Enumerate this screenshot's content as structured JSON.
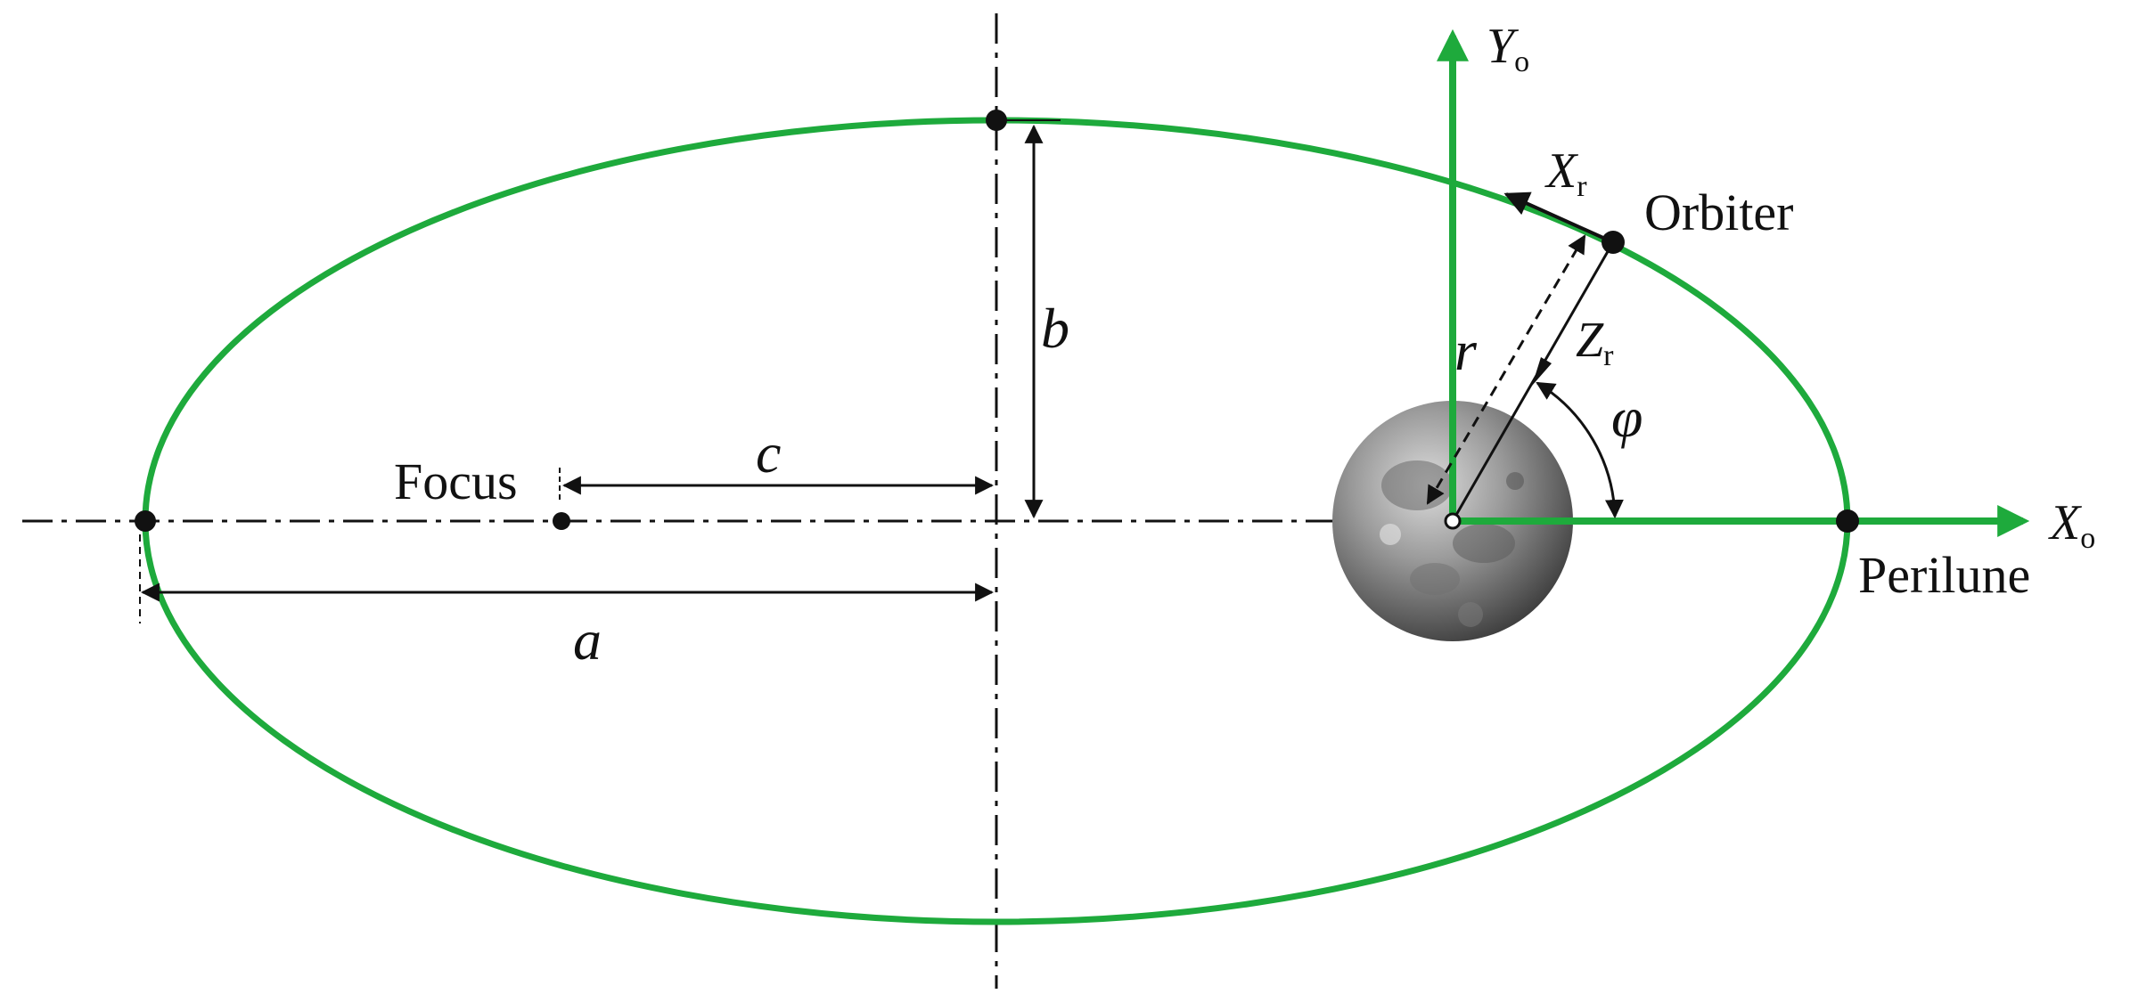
{
  "labels": {
    "focus": "Focus",
    "orbiter": "Orbiter",
    "perilune": "Perilune",
    "a": "a",
    "b": "b",
    "c": "c",
    "r": "r",
    "phi": "φ"
  },
  "axes": {
    "y_main": "Y",
    "y_sub": "o",
    "x_main": "X",
    "x_sub": "o",
    "xr_main": "X",
    "xr_sub": "r",
    "zr_main": "Z",
    "zr_sub": "r"
  },
  "colors": {
    "orbit": "#1eaa3c",
    "axes": "#1eaa3c",
    "ink": "#111111"
  }
}
